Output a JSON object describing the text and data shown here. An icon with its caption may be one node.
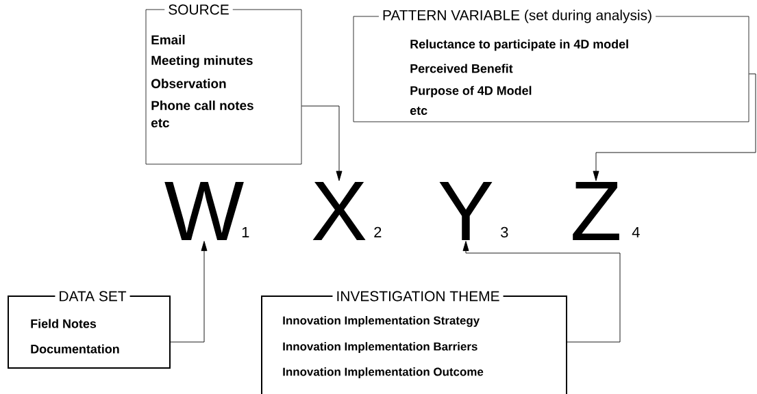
{
  "diagram": {
    "nodes": [
      {
        "text": [
          "SOURCE",
          "Email",
          "Meeting minutes",
          "Observation",
          "Phone call notes",
          "etc"
        ]
      },
      {
        "text": [
          "PATTERN VARIABLE (set during analysis)",
          "Reluctance to participate in 4D model",
          "Perceived Benefit",
          "Purpose of 4D Model",
          "etc"
        ]
      },
      {
        "text": [
          "W"
        ],
        "beside": [
          "1"
        ]
      },
      {
        "text": [
          "X"
        ],
        "beside": [
          "2"
        ]
      },
      {
        "text": [
          "Y"
        ],
        "beside": [
          "3"
        ]
      },
      {
        "text": [
          "Z"
        ],
        "beside": [
          "4"
        ]
      },
      {
        "text": [
          "DATA SET",
          "Field Notes",
          "Documentation"
        ]
      },
      {
        "text": [
          "INVESTIGATION THEME",
          "Innovation Implementation Strategy",
          "Innovation Implementation Barriers",
          "Innovation Implementation Outcome"
        ]
      }
    ],
    "edges": [
      {
        "from": 0,
        "to": 3,
        "arrow": "to"
      },
      {
        "from": 1,
        "to": 5,
        "arrow": "to"
      },
      {
        "from": 6,
        "to": 2,
        "arrow": "to"
      },
      {
        "from": 7,
        "to": 4,
        "arrow": "to"
      }
    ]
  }
}
